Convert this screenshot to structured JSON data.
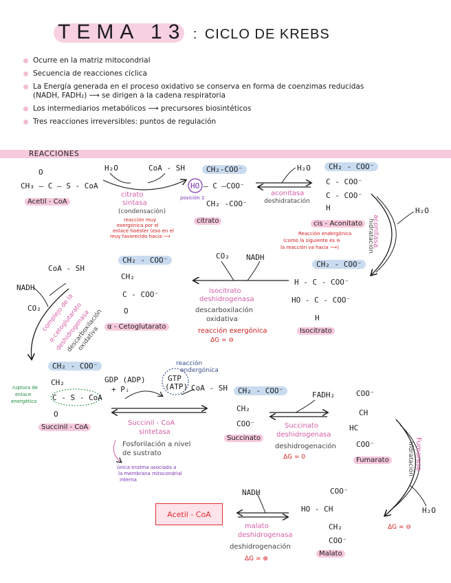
{
  "title": {
    "tema": "TEMA 13",
    "colon": ":",
    "main": "CICLO DE KREBS"
  },
  "bullets": [
    "Ocurre en la matriz mitocondrial",
    "Secuencia de reacciones cíclica",
    "La Energía generada en el proceso oxidativo se conserva en forma de coenzimas reducidas",
    "(NADH, FADH₂) ⟶ se dirigen a la cadena respiratoria",
    "Los intermediarios metabólicos ⟶ precursores biosintéticos",
    "Tres reacciones irreversibles: puntos de regulación"
  ],
  "section": "REACCIONES",
  "acetil": {
    "ch3": "CH₃ — C — S - CoA",
    "o": "O",
    "name": "Acetil - CoA"
  },
  "step1": {
    "h2o": "H₂O",
    "coash": "CoA - SH",
    "enzyme1": "citrato",
    "enzyme2": "sintasa",
    "type": "(condensación)",
    "note1": "reacción muy",
    "note2": "exergónica por el",
    "note3": "enlace tioéster (eso en el",
    "note4": "muy favorecido hacia ⟶"
  },
  "citrato": {
    "l1": "CH₂-COO⁻",
    "ho": "HO",
    "l2": "— C —COO⁻",
    "l3": "CH₂ -COO⁻",
    "pos": "posición 2",
    "name": "citrato"
  },
  "step2": {
    "h2o": "H₂O",
    "enzyme": "aconitasa",
    "type": "deshidratación"
  },
  "cisaconitato": {
    "l1": "CH₂ - COO⁻",
    "l2": "C - COO⁻",
    "l3": "C - COO⁻",
    "l4": "H",
    "name": "cis - Aconitato",
    "note1": "Reacción endergónica",
    "note2": "(como la siguiente es ⊖",
    "note3": "la reacción va hacia ⟶)"
  },
  "step3": {
    "h2o": "H₂O",
    "enzyme": "aconitasa",
    "type": "hidratación"
  },
  "isocitrato": {
    "l1": "CH₂ - COO⁻",
    "l2": "H - C - COO⁻",
    "l3": "HO - C - COO⁻",
    "l4": "H",
    "name": "Isocitrato"
  },
  "step4": {
    "co2": "CO₂",
    "nadh": "NADH",
    "enzyme1": "isocitrato",
    "enzyme2": "deshidrogenasa",
    "type1": "descarboxilación",
    "type2": "oxidativa",
    "note": "reacción exergónica",
    "dg": "ΔG = ⊖"
  },
  "akg": {
    "l1": "CH₂ - COO⁻",
    "l2": "CH₂",
    "l3": "C - COO⁻",
    "l4": "O",
    "name": "α - Cetoglutarato"
  },
  "step5": {
    "coash": "CoA - SH",
    "nadh": "NADH",
    "co2": "CO₂",
    "enzyme1": "complejo de la",
    "enzyme2": "α-cetoglutarato",
    "enzyme3": "deshidrogenasa",
    "type1": "descarboxilación",
    "type2": "oxidativa"
  },
  "succoa": {
    "l1": "CH₂ - COO⁻",
    "l2": "CH₂",
    "l3": "C - S - CoA",
    "l4": "O",
    "name": "Succinil - CoA",
    "note1": "ruptura de",
    "note2": "enlace",
    "note3": "energético"
  },
  "step6": {
    "gdp": "GDP (ADP)",
    "pi": "+ Pᵢ",
    "gtp": "GTP",
    "atp": "(ATP)",
    "coash": "CoA - SH",
    "note1": "reacción",
    "note2": "endergónica",
    "enzyme1": "Succinil - CoA",
    "enzyme2": "sintetasa",
    "type1": "Fosforilación a nivel",
    "type2": "de sustrato",
    "extra1": "única enzima asociada a",
    "extra2": "la membrana mitocondrial",
    "extra3": "interna"
  },
  "succinato": {
    "l1": "CH₂ - COO⁻",
    "l2": "CH₂",
    "l3": "COO⁻",
    "name": "Succinato"
  },
  "step7": {
    "fadh2": "FADH₂",
    "enzyme1": "Succinato",
    "enzyme2": "deshidrogenasa",
    "type": "deshidrogenación",
    "dg": "ΔG = 0"
  },
  "fumarato": {
    "l1": "COO⁻",
    "l2": "CH",
    "l3": "HC",
    "l4": "COO⁻",
    "name": "Fumarato"
  },
  "step8": {
    "h2o": "H₂O",
    "enzyme": "Fumarasa",
    "type": "hidratación",
    "dg": "ΔG = ⊖"
  },
  "malato": {
    "l1": "COO⁻",
    "l2": "HO - CH",
    "l3": "CH₂",
    "l4": "COO⁻",
    "name": "Malato"
  },
  "step9": {
    "nadh": "NADH",
    "enzyme1": "malato",
    "enzyme2": "deshidrogenasa",
    "type": "deshidrogenación",
    "dg": "ΔG = ⊕"
  },
  "box": "Acetil - CoA"
}
